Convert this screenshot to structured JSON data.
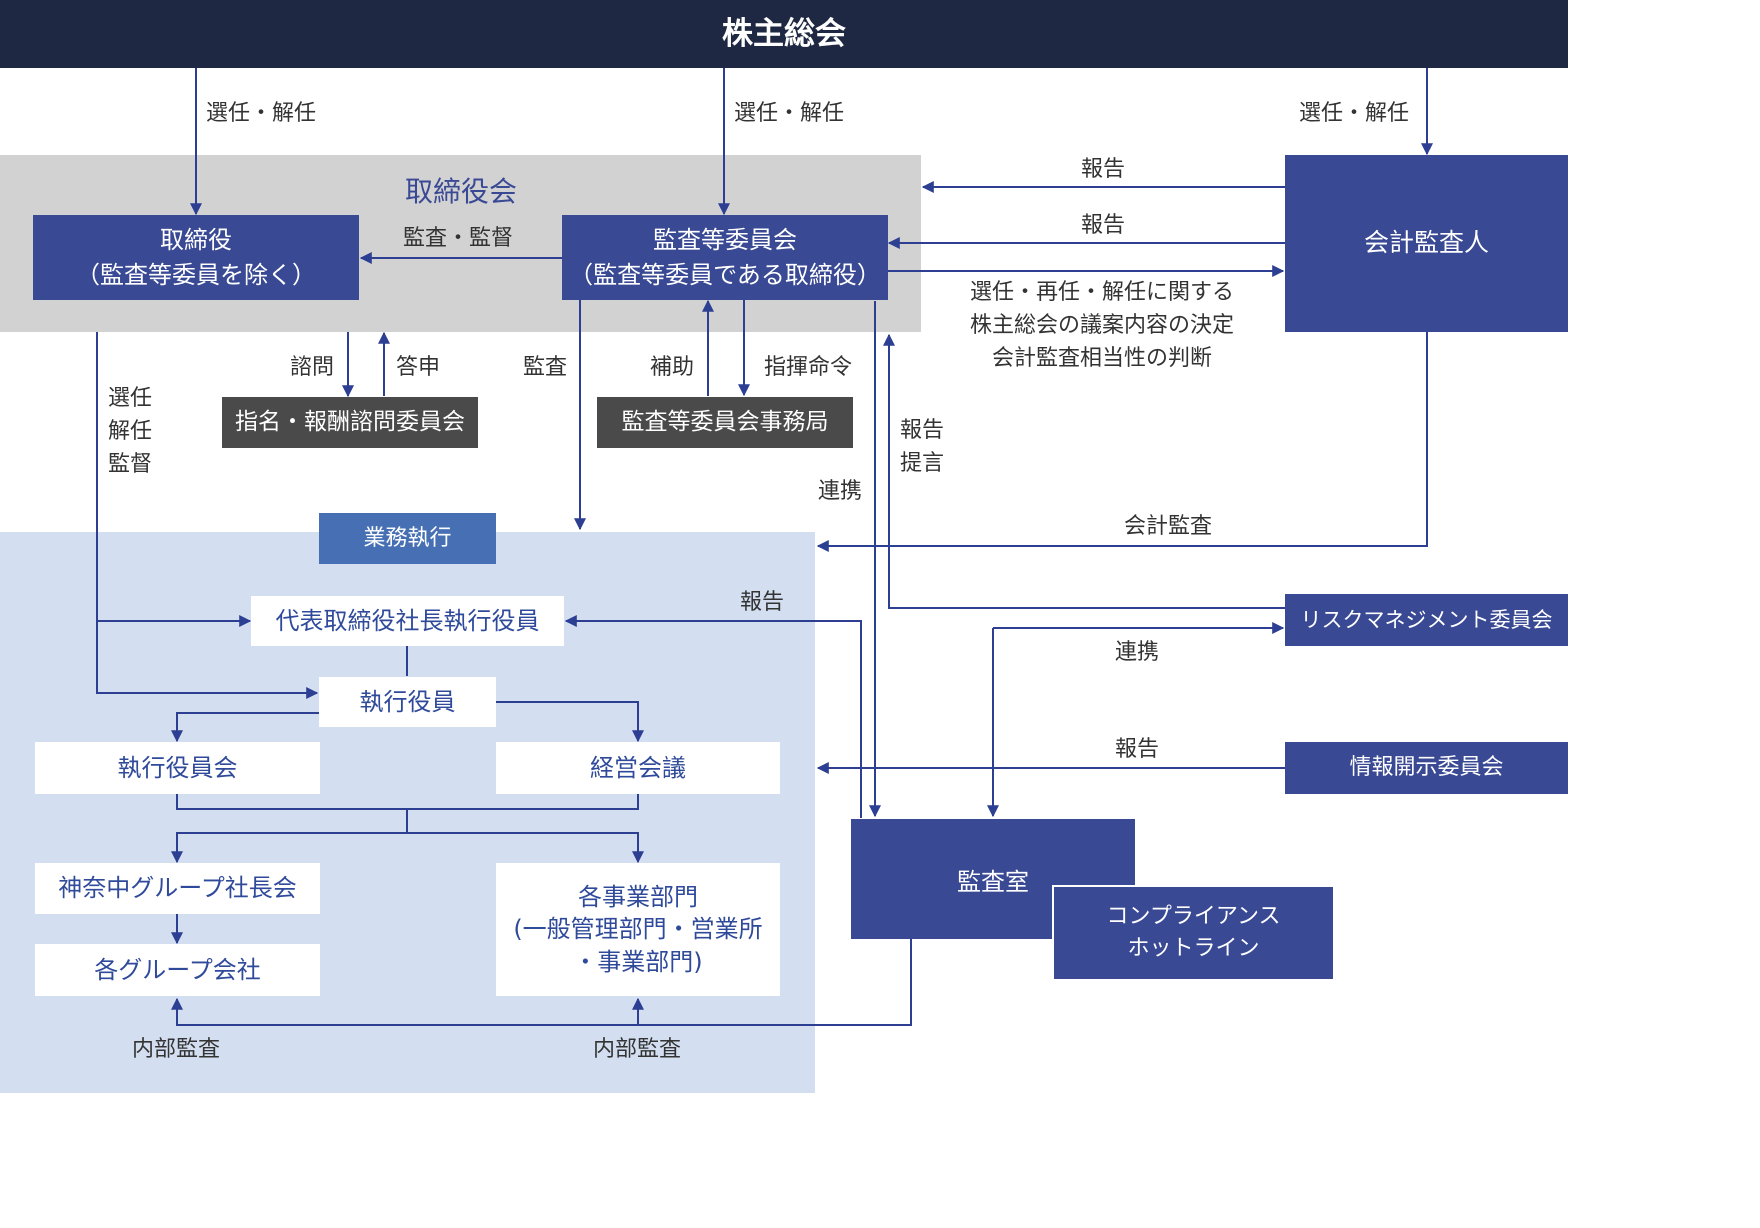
{
  "header": {
    "title": "株主総会"
  },
  "colors": {
    "header_bg": "#1e2843",
    "navy": "#394994",
    "board_bg": "#d2d2d2",
    "business_bg": "#d3dff1",
    "dark_box": "#4a4a4a",
    "line": "#2d3f92"
  },
  "board": {
    "title": "取締役会",
    "directors": "取締役\n（監査等委員を除く）",
    "audit_committee": "監査等委員会\n（監査等委員である取締役）"
  },
  "nomination_committee": "指名・報酬諮問委員会",
  "audit_secretariat": "監査等委員会事務局",
  "auditor": "会計監査人",
  "business": {
    "tag": "業務執行",
    "president": "代表取締役社長執行役員",
    "officers": "執行役員",
    "officers_committee": "執行役員会",
    "management_meeting": "経営会議",
    "group_presidents": "神奈中グループ社長会",
    "group_companies": "各グループ会社",
    "departments": "各事業部門\n(一般管理部門・営業所\n・事業部門)"
  },
  "risk_committee": "リスクマネジメント委員会",
  "disclosure_committee": "情報開示委員会",
  "audit_office": "監査室",
  "hotline": "コンプライアンス\nホットライン",
  "labels": {
    "elect_1": "選任・解任",
    "elect_2": "選任・解任",
    "elect_3": "選任・解任",
    "report_1": "報告",
    "report_2": "報告",
    "audit_supervise": "監査・監督",
    "elect_reappoint": "選任・再任・解任に関する\n株主総会の議案内容の決定\n会計監査相当性の判断",
    "consult": "諮問",
    "answer": "答申",
    "audit": "監査",
    "assist": "補助",
    "command": "指揮命令",
    "elect_dismiss_supervise": "選任\n解任\n監督",
    "report_proposal": "報告\n提言",
    "cooperation_1": "連携",
    "accounting_audit": "会計監査",
    "report_3": "報告",
    "cooperation_2": "連携",
    "report_4": "報告",
    "internal_audit_1": "内部監査",
    "internal_audit_2": "内部監査"
  }
}
